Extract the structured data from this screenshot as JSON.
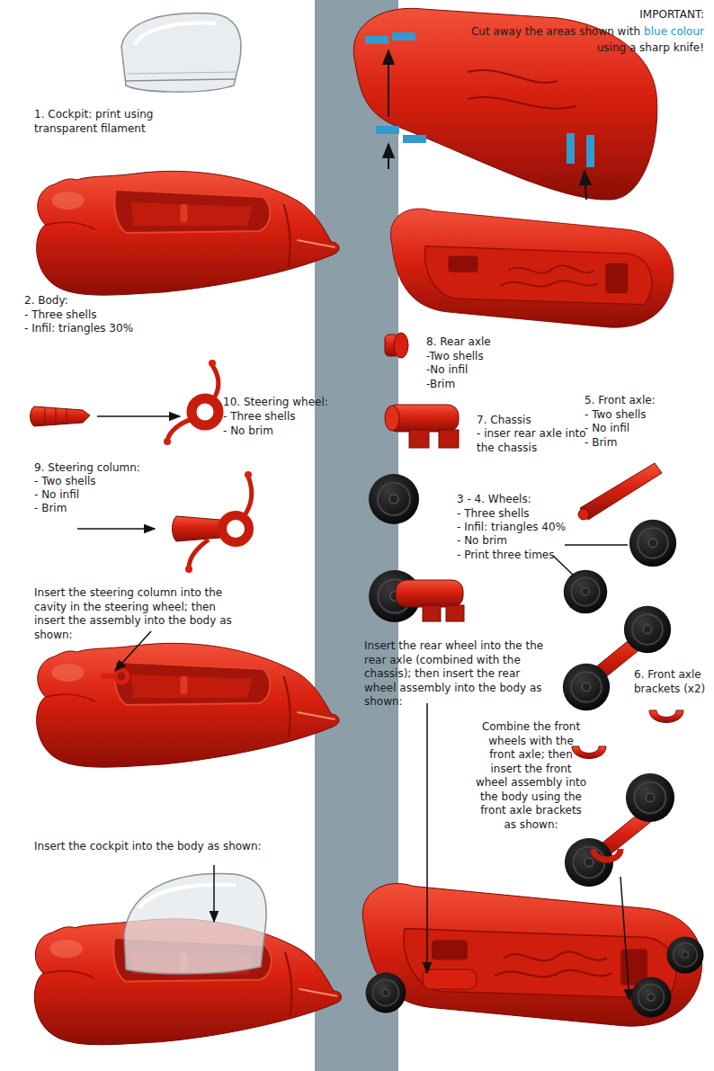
{
  "diagram": {
    "labels": [
      "1. Cockpit: print using transparent filament",
      "2. Body:",
      "- Three shells",
      "- Infil: triangles 30%",
      "10. Steering wheel:",
      "- Three shells",
      "- No brim",
      "9. Steering column:",
      "- Two shells",
      "- No infil",
      "- Brim",
      "Insert the steering column into the cavity in the steering wheel; then insert the assembly into the body as shown:",
      "Insert the cockpit into the body as shown:",
      "IMPORTANT:",
      "Cut away the areas shown with",
      "blue colour",
      "using a sharp knife!",
      "8. Rear axle",
      "-Two shells",
      "-No infil",
      "-Brim",
      "7. Chassis",
      "- inser rear axle into the chassis",
      "5. Front axle:",
      "- Two shells",
      "- No infil",
      "- Brim",
      "3 - 4. Wheels:",
      "- Three shells",
      "- Infil: triangles 40%",
      "- No brim",
      "- Print three times",
      "6. Front axle brackets (x2)",
      "Insert the rear wheel into the the rear axle (combined with the chassis); then insert the rear wheel assembly into the body as shown:",
      "Combine the front wheels with the front axle; then insert the front wheel assembly into the body using the front axle brackets as shown:"
    ]
  }
}
